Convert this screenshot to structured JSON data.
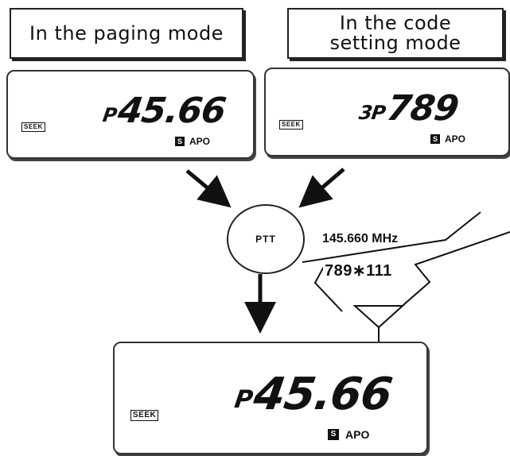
{
  "labels": {
    "paging_mode": "In the paging mode",
    "code_setting_mode": "In the code setting mode"
  },
  "displays": {
    "top_left": {
      "prefix": "P",
      "main": "45.66",
      "seek": "SEEK",
      "s_badge": "S",
      "apo": "APO"
    },
    "top_right": {
      "prefix": "3P",
      "main": "789",
      "seek": "SEEK",
      "s_badge": "S",
      "apo": "APO"
    },
    "bottom": {
      "prefix": "P",
      "main": "45.66",
      "seek": "SEEK",
      "s_badge": "S",
      "apo": "APO"
    }
  },
  "ptt": {
    "label": "PTT"
  },
  "transmission": {
    "frequency": "145.660 MHz",
    "code": "789∗111"
  },
  "colors": {
    "ink": "#111111",
    "background": "#ffffff"
  }
}
